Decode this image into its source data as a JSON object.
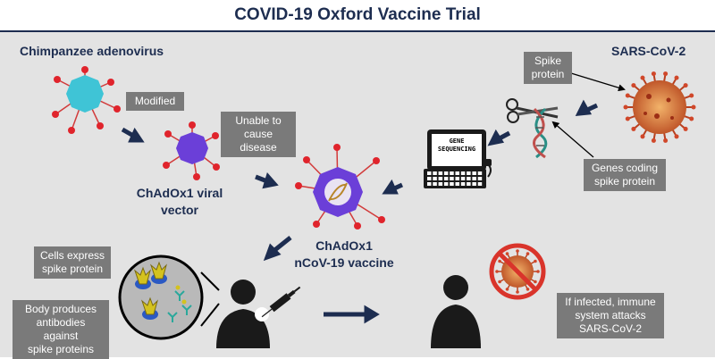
{
  "title": "COVID-19 Oxford Vaccine Trial",
  "labels": {
    "chimpanzee": "Chimpanzee adenovirus",
    "sars": "SARS-CoV-2",
    "viral_vector_line1": "ChAdOx1 viral",
    "viral_vector_line2": "vector",
    "vaccine_line1": "ChAdOx1",
    "vaccine_line2": "nCoV-19 vaccine"
  },
  "boxes": {
    "modified": "Modified",
    "unable_line1": "Unable to",
    "unable_line2": "cause disease",
    "spike_line1": "Spike",
    "spike_line2": "protein",
    "genes_line1": "Genes coding",
    "genes_line2": "spike protein",
    "cells_line1": "Cells express",
    "cells_line2": "spike protein",
    "body_line1": "Body produces",
    "body_line2": "antibodies against",
    "body_line3": "spike proteins",
    "infected_line1": "If infected, immune",
    "infected_line2": "system attacks",
    "infected_line3": "SARS-CoV-2"
  },
  "computer": {
    "screen_line1": "GENE",
    "screen_line2": "SEQUENCING"
  },
  "colors": {
    "navy": "#1d2d50",
    "box_gray": "#7a7a7a",
    "background": "#e3e3e3",
    "adenovirus_cyan": "#3fc4d6",
    "vector_purple": "#6b3fd8",
    "spike_red": "#e0242c",
    "sars_red": "#c23a22",
    "no_sign_red": "#d9342b"
  },
  "icons": [
    "adenovirus-icon",
    "viral-vector-icon",
    "vaccine-icon",
    "sars-cov-2-icon",
    "scissors-icon",
    "dna-icon",
    "computer-icon",
    "person-icon",
    "syringe-icon",
    "magnifier-icon",
    "no-virus-icon"
  ]
}
